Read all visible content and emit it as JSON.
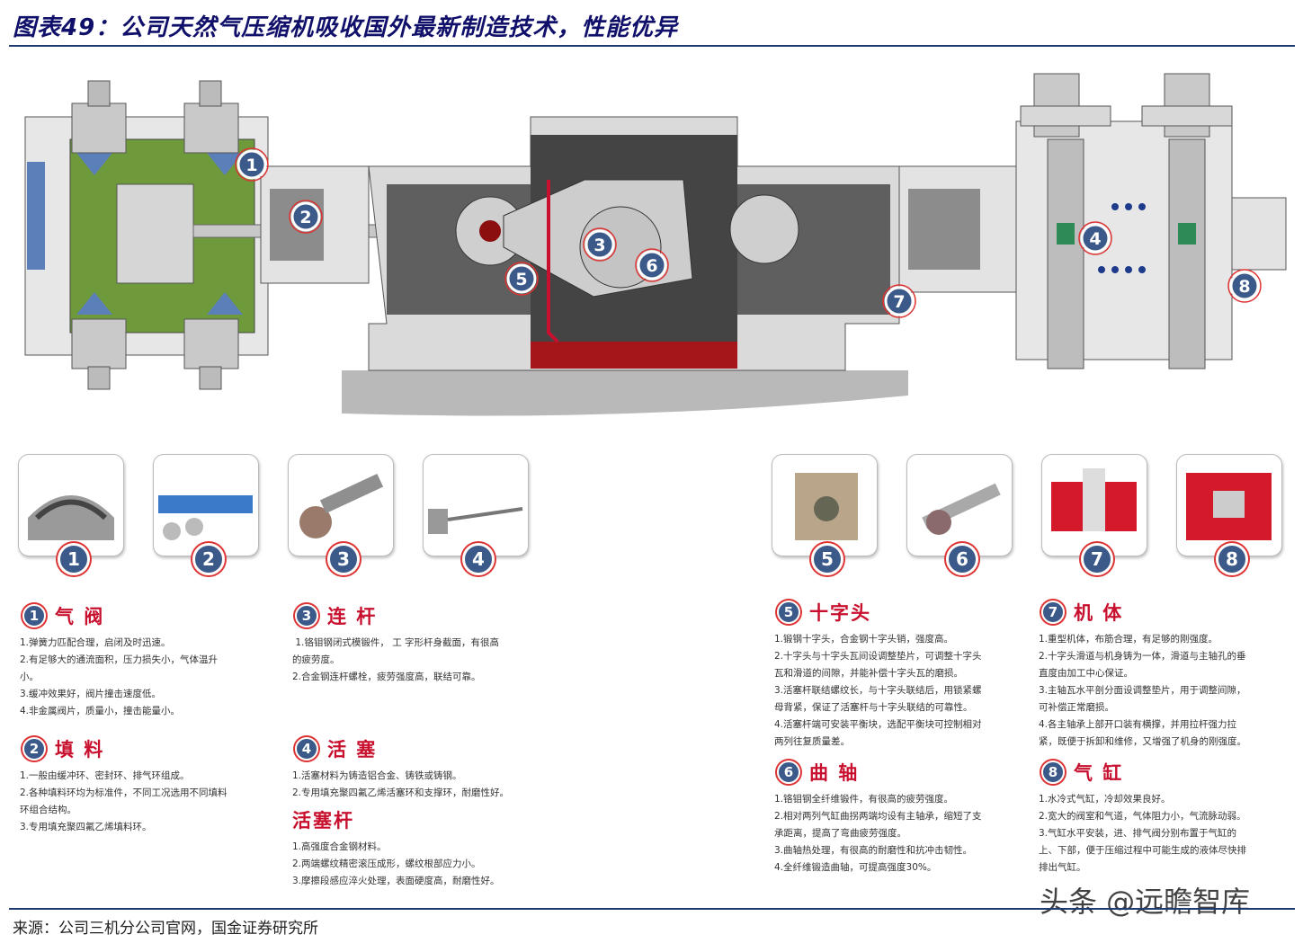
{
  "title": "图表49：公司天然气压缩机吸收国外最新制造技术，性能优异",
  "source": "来源：公司三机分公司官网，国金证券研究所",
  "watermark": "头条 @远瞻智库",
  "diagram_labels": [
    "1",
    "2",
    "3",
    "4",
    "5",
    "6",
    "7",
    "8"
  ],
  "thumbnails": [
    {
      "num": "1"
    },
    {
      "num": "2"
    },
    {
      "num": "3"
    },
    {
      "num": "4"
    },
    {
      "num": "5"
    },
    {
      "num": "6"
    },
    {
      "num": "7"
    },
    {
      "num": "8"
    }
  ],
  "sections": [
    {
      "num": "1",
      "title": "气  阀",
      "lines": [
        "1.弹簧力匹配合理，启闭及时迅速。",
        "2.有足够大的通流面积，压力损失小，气体温升",
        "小。",
        "3.缓冲效果好，阀片撞击速度低。",
        "4.非金属阀片，质量小，撞击能量小。"
      ]
    },
    {
      "num": "2",
      "title": "填  料",
      "lines": [
        "1.一般由缓冲环、密封环、排气环组成。",
        "2.各种填料环均为标准件，不同工况选用不同填料",
        "环组合结构。",
        "3.专用填充聚四氟乙烯填料环。"
      ]
    },
    {
      "num": "3",
      "title": "连  杆",
      "lines": [
        " 1.铬钼钢闭式模锻件， 工 字形杆身截面，有很高",
        "的疲劳度。",
        "2.合金钢连杆螺栓，疲劳强度高，联结可靠。"
      ]
    },
    {
      "num": "4",
      "title": "活  塞",
      "lines": [
        "1.活塞材料为铸造铝合金、铸铁或铸钢。",
        "2.专用填充聚四氟乙烯活塞环和支撑环，耐磨性好。"
      ]
    },
    {
      "num": "",
      "title": "活塞杆",
      "lines": [
        "1.高强度合金钢材料。",
        "2.两端螺纹精密滚压成形，螺纹根部应力小。",
        "3.摩擦段感应淬火处理，表面硬度高，耐磨性好。"
      ]
    },
    {
      "num": "5",
      "title": "十字头",
      "lines": [
        "1.锻钢十字头，合金钢十字头销，强度高。",
        "2.十字头与十字头瓦间设调整垫片，可调整十字头",
        "瓦和滑道的间隙，并能补偿十字头瓦的磨损。",
        "3.活塞杆联结螺纹长，与十字头联结后，用锁紧螺",
        "母背紧，保证了活塞杆与十字头联结的可靠性。",
        "4.活塞杆端可安装平衡块，选配平衡块可控制相对",
        "两列往复质量差。"
      ]
    },
    {
      "num": "6",
      "title": "曲  轴",
      "lines": [
        "1.铬钼钢全纤维锻件，有很高的疲劳强度。",
        "2.相对两列气缸曲拐两端均设有主轴承，缩短了支",
        "承距离，提高了弯曲疲劳强度。",
        "3.曲轴热处理，有很高的耐磨性和抗冲击韧性。",
        "4.全纤维锻造曲轴，可提高强度30%。"
      ]
    },
    {
      "num": "7",
      "title": "机  体",
      "lines": [
        "1.重型机体，布筋合理，有足够的刚强度。",
        "2.十字头滑道与机身铸为一体，滑道与主轴孔的垂",
        "直度由加工中心保证。",
        "3.主轴瓦水平剖分面设调整垫片，用于调整间隙，",
        "可补偿正常磨损。",
        "4.各主轴承上部开口装有横撑，并用拉杆强力拉",
        "紧，既便于拆卸和维修，又增强了机身的刚强度。"
      ]
    },
    {
      "num": "8",
      "title": "气  缸",
      "lines": [
        "1.水冷式气缸，冷却效果良好。",
        "2.宽大的阀室和气道，气体阻力小，气流脉动弱。",
        "3.气缸水平安装，进、排气阀分别布置于气缸的",
        "上、下部，便于压缩过程中可能生成的液体尽快排",
        "排出气缸。"
      ]
    }
  ]
}
